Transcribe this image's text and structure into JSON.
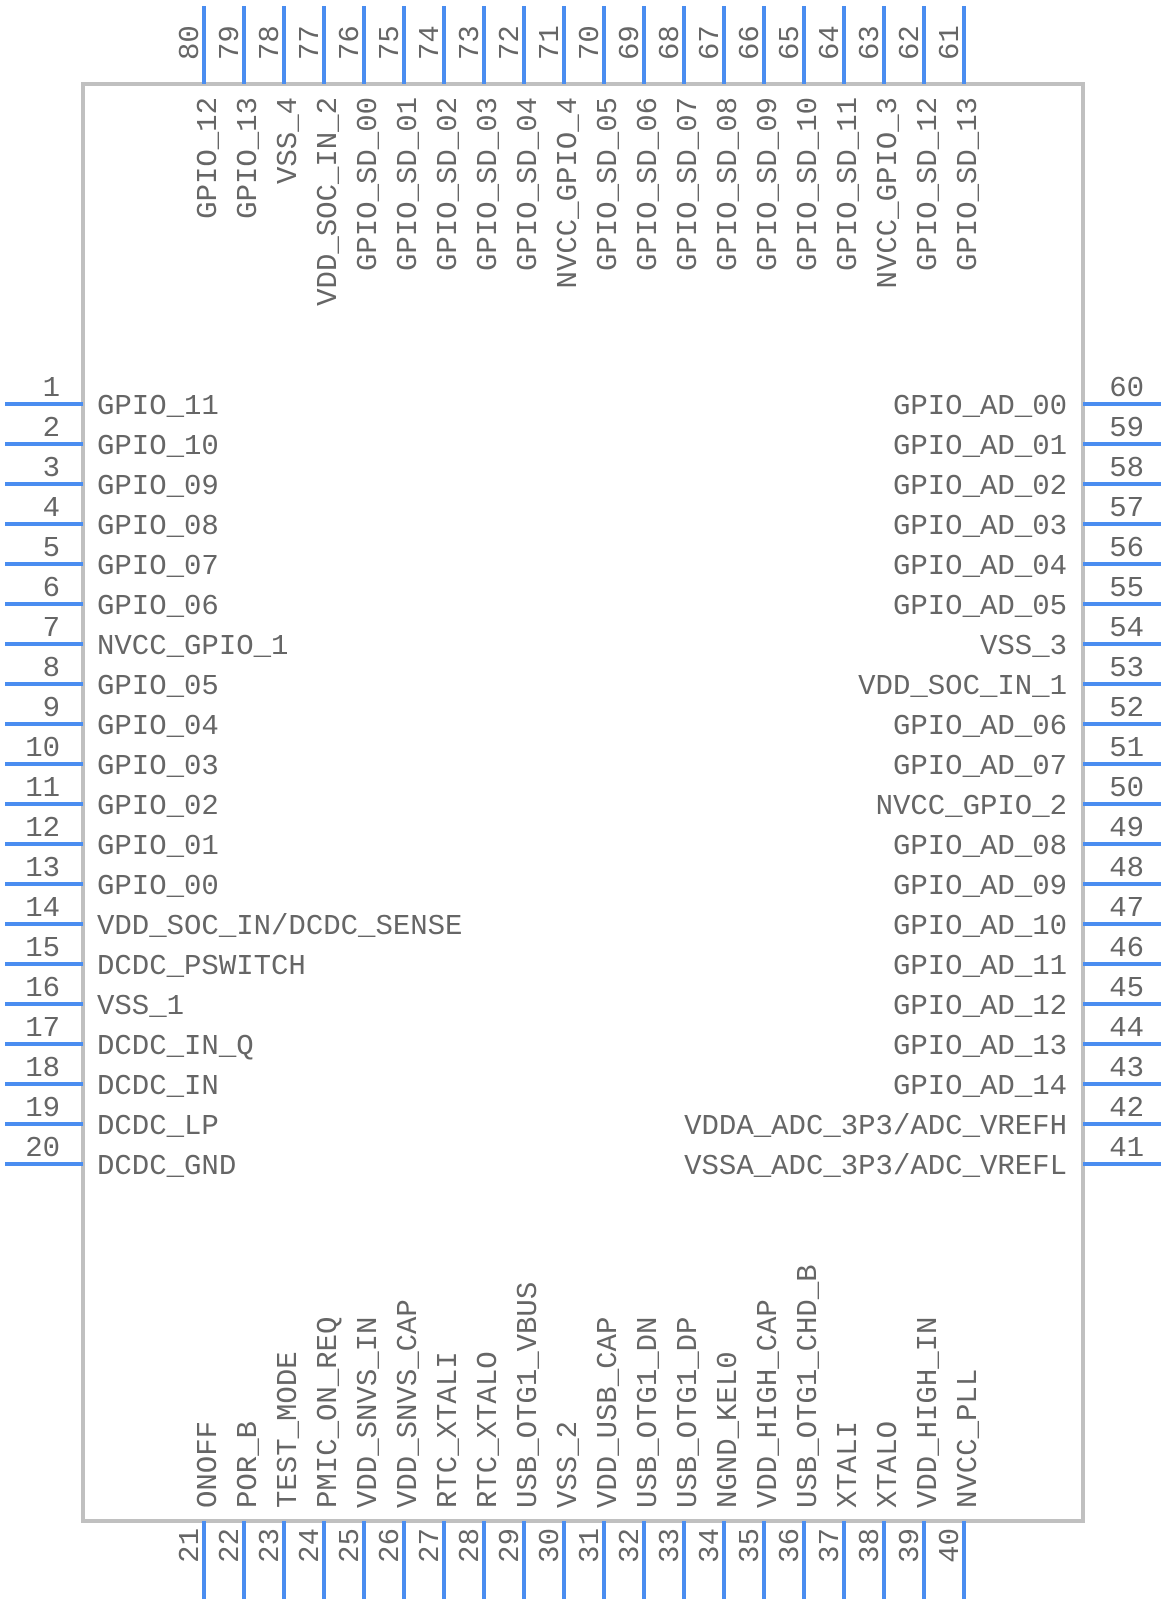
{
  "colors": {
    "pin": "#4a8df0",
    "body_outline": "#c0c0c0",
    "text": "#666666",
    "background": "#ffffff"
  },
  "component": {
    "type": "80-pin IC schematic symbol",
    "pins_left": [
      {
        "num": "1",
        "name": "GPIO_11"
      },
      {
        "num": "2",
        "name": "GPIO_10"
      },
      {
        "num": "3",
        "name": "GPIO_09"
      },
      {
        "num": "4",
        "name": "GPIO_08"
      },
      {
        "num": "5",
        "name": "GPIO_07"
      },
      {
        "num": "6",
        "name": "GPIO_06"
      },
      {
        "num": "7",
        "name": "NVCC_GPIO_1"
      },
      {
        "num": "8",
        "name": "GPIO_05"
      },
      {
        "num": "9",
        "name": "GPIO_04"
      },
      {
        "num": "10",
        "name": "GPIO_03"
      },
      {
        "num": "11",
        "name": "GPIO_02"
      },
      {
        "num": "12",
        "name": "GPIO_01"
      },
      {
        "num": "13",
        "name": "GPIO_00"
      },
      {
        "num": "14",
        "name": "VDD_SOC_IN/DCDC_SENSE"
      },
      {
        "num": "15",
        "name": "DCDC_PSWITCH"
      },
      {
        "num": "16",
        "name": "VSS_1"
      },
      {
        "num": "17",
        "name": "DCDC_IN_Q"
      },
      {
        "num": "18",
        "name": "DCDC_IN"
      },
      {
        "num": "19",
        "name": "DCDC_LP"
      },
      {
        "num": "20",
        "name": "DCDC_GND"
      }
    ],
    "pins_bottom": [
      {
        "num": "21",
        "name": "ONOFF"
      },
      {
        "num": "22",
        "name": "POR_B"
      },
      {
        "num": "23",
        "name": "TEST_MODE"
      },
      {
        "num": "24",
        "name": "PMIC_ON_REQ"
      },
      {
        "num": "25",
        "name": "VDD_SNVS_IN"
      },
      {
        "num": "26",
        "name": "VDD_SNVS_CAP"
      },
      {
        "num": "27",
        "name": "RTC_XTALI"
      },
      {
        "num": "28",
        "name": "RTC_XTALO"
      },
      {
        "num": "29",
        "name": "USB_OTG1_VBUS"
      },
      {
        "num": "30",
        "name": "VSS_2"
      },
      {
        "num": "31",
        "name": "VDD_USB_CAP"
      },
      {
        "num": "32",
        "name": "USB_OTG1_DN"
      },
      {
        "num": "33",
        "name": "USB_OTG1_DP"
      },
      {
        "num": "34",
        "name": "NGND_KEL0"
      },
      {
        "num": "35",
        "name": "VDD_HIGH_CAP"
      },
      {
        "num": "36",
        "name": "USB_OTG1_CHD_B"
      },
      {
        "num": "37",
        "name": "XTALI"
      },
      {
        "num": "38",
        "name": "XTALO"
      },
      {
        "num": "39",
        "name": "VDD_HIGH_IN"
      },
      {
        "num": "40",
        "name": "NVCC_PLL"
      }
    ],
    "pins_right": [
      {
        "num": "41",
        "name": "VSSA_ADC_3P3/ADC_VREFL"
      },
      {
        "num": "42",
        "name": "VDDA_ADC_3P3/ADC_VREFH"
      },
      {
        "num": "43",
        "name": "GPIO_AD_14"
      },
      {
        "num": "44",
        "name": "GPIO_AD_13"
      },
      {
        "num": "45",
        "name": "GPIO_AD_12"
      },
      {
        "num": "46",
        "name": "GPIO_AD_11"
      },
      {
        "num": "47",
        "name": "GPIO_AD_10"
      },
      {
        "num": "48",
        "name": "GPIO_AD_09"
      },
      {
        "num": "49",
        "name": "GPIO_AD_08"
      },
      {
        "num": "50",
        "name": "NVCC_GPIO_2"
      },
      {
        "num": "51",
        "name": "GPIO_AD_07"
      },
      {
        "num": "52",
        "name": "GPIO_AD_06"
      },
      {
        "num": "53",
        "name": "VDD_SOC_IN_1"
      },
      {
        "num": "54",
        "name": "VSS_3"
      },
      {
        "num": "55",
        "name": "GPIO_AD_05"
      },
      {
        "num": "56",
        "name": "GPIO_AD_04"
      },
      {
        "num": "57",
        "name": "GPIO_AD_03"
      },
      {
        "num": "58",
        "name": "GPIO_AD_02"
      },
      {
        "num": "59",
        "name": "GPIO_AD_01"
      },
      {
        "num": "60",
        "name": "GPIO_AD_00"
      }
    ],
    "pins_top": [
      {
        "num": "61",
        "name": "GPIO_SD_13"
      },
      {
        "num": "62",
        "name": "GPIO_SD_12"
      },
      {
        "num": "63",
        "name": "NVCC_GPIO_3"
      },
      {
        "num": "64",
        "name": "GPIO_SD_11"
      },
      {
        "num": "65",
        "name": "GPIO_SD_10"
      },
      {
        "num": "66",
        "name": "GPIO_SD_09"
      },
      {
        "num": "67",
        "name": "GPIO_SD_08"
      },
      {
        "num": "68",
        "name": "GPIO_SD_07"
      },
      {
        "num": "69",
        "name": "GPIO_SD_06"
      },
      {
        "num": "70",
        "name": "GPIO_SD_05"
      },
      {
        "num": "71",
        "name": "NVCC_GPIO_4"
      },
      {
        "num": "72",
        "name": "GPIO_SD_04"
      },
      {
        "num": "73",
        "name": "GPIO_SD_03"
      },
      {
        "num": "74",
        "name": "GPIO_SD_02"
      },
      {
        "num": "75",
        "name": "GPIO_SD_01"
      },
      {
        "num": "76",
        "name": "GPIO_SD_00"
      },
      {
        "num": "77",
        "name": "VDD_SOC_IN_2"
      },
      {
        "num": "78",
        "name": "VSS_4"
      },
      {
        "num": "79",
        "name": "GPIO_13"
      },
      {
        "num": "80",
        "name": "GPIO_12"
      }
    ]
  }
}
